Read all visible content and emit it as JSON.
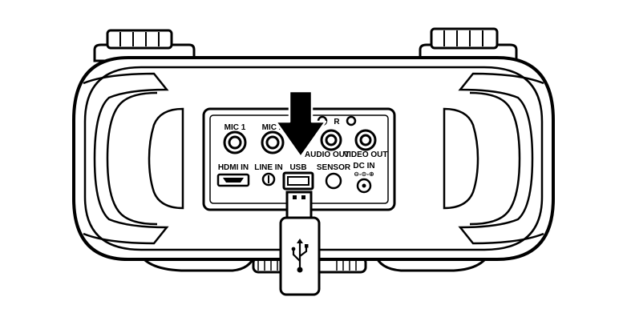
{
  "diagram": {
    "labels": {
      "mic1": "MIC 1",
      "mic2": "MIC 2",
      "r": "R",
      "audio_out": "AUDIO OUT",
      "video_out": "VIDEO OUT",
      "hdmi_in": "HDMI IN",
      "line_in": "LINE IN",
      "usb": "USB",
      "sensor": "SENSOR",
      "dc_in": "DC IN",
      "dc_polarity": "⊖-⊙-⊕"
    },
    "usb_drive_symbol": "usb-trident-icon",
    "insert_arrow": "arrow-down-icon",
    "colors": {
      "ink": "#000000",
      "paper": "#ffffff"
    }
  }
}
